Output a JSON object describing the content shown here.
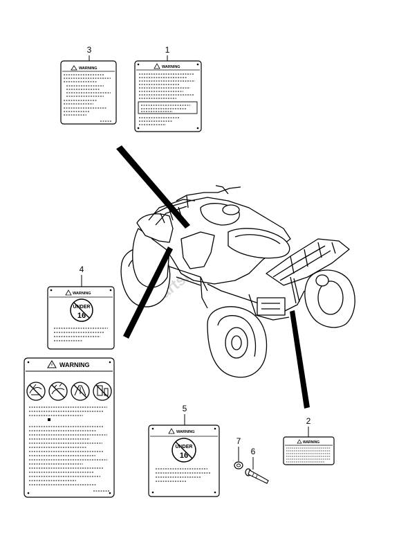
{
  "callouts": {
    "c1": "1",
    "c2": "2",
    "c3": "3",
    "c4": "4",
    "c5": "5",
    "c6": "6",
    "c7": "7"
  },
  "labels": {
    "warning_text": "WARNING",
    "age_line1": "UNDER",
    "age_line2": "16"
  },
  "watermark": "PartsRepublik",
  "icons": {
    "warning_triangle": "warning-triangle-icon",
    "age_prohibition": "no-under-16-icon",
    "pictograms": [
      "rider-prohibition-icon",
      "passenger-prohibition-icon",
      "road-prohibition-icon",
      "alcohol-prohibition-icon"
    ]
  }
}
